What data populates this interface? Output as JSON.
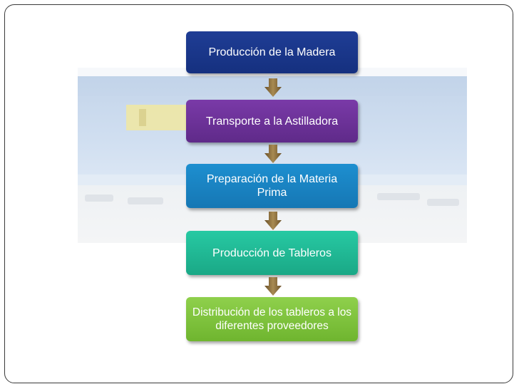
{
  "diagram": {
    "steps": [
      {
        "label": "Producción de la Madera",
        "color": "#1f3d95"
      },
      {
        "label": "Transporte a la Astilladora",
        "color": "#7a3aa8"
      },
      {
        "label": "Preparación de la Materia Prima",
        "color": "#1d8fd0"
      },
      {
        "label": "Producción de Tableros",
        "color": "#27c9a3"
      },
      {
        "label": "Distribución de los tableros a los diferentes proveedores",
        "color": "#8fd04c"
      }
    ],
    "arrow_color": "#8a6d3b"
  }
}
